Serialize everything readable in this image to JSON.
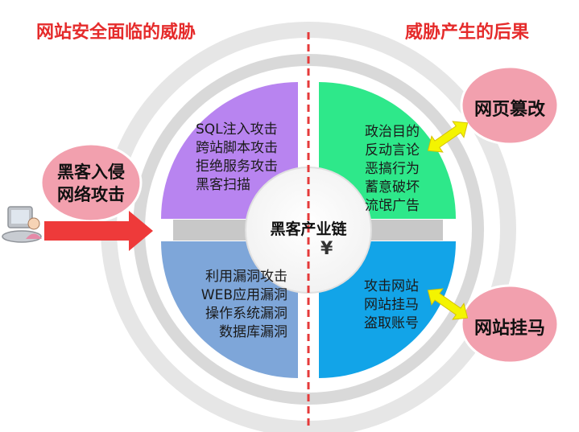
{
  "headings": {
    "left": "网站安全面临的威胁",
    "right": "威胁产生的后果"
  },
  "left_callout": {
    "line1": "黑客入侵",
    "line2": "网络攻击"
  },
  "center": {
    "title": "黑客产业链",
    "symbol": "¥"
  },
  "quadrants": {
    "top_left": [
      "SQL注入攻击",
      "跨站脚本攻击",
      "拒绝服务攻击",
      "黑客扫描"
    ],
    "top_right": [
      "政治目的",
      "反动言论",
      "恶搞行为",
      "蓄意破坏",
      "流氓广告"
    ],
    "bottom_left": [
      "利用漏洞攻击",
      "WEB应用漏洞",
      "操作系统漏洞",
      "数据库漏洞"
    ],
    "bottom_right": [
      "攻击网站",
      "网站挂马",
      "盗取账号"
    ]
  },
  "consequences": {
    "top": "网页篡改",
    "bottom": "网站挂马"
  },
  "colors": {
    "heading_red": "#e52b2b",
    "purple": "#b884f0",
    "green": "#2ee88a",
    "blue_light": "#7ea6d9",
    "blue_bright": "#12a4e8",
    "pink": "#f2a0ae",
    "yellow": "#f4f400",
    "arrow_red": "#ee3a3a",
    "ring_gray": "#d9d9d9"
  },
  "icons": {
    "user": "user-computer-icon"
  }
}
